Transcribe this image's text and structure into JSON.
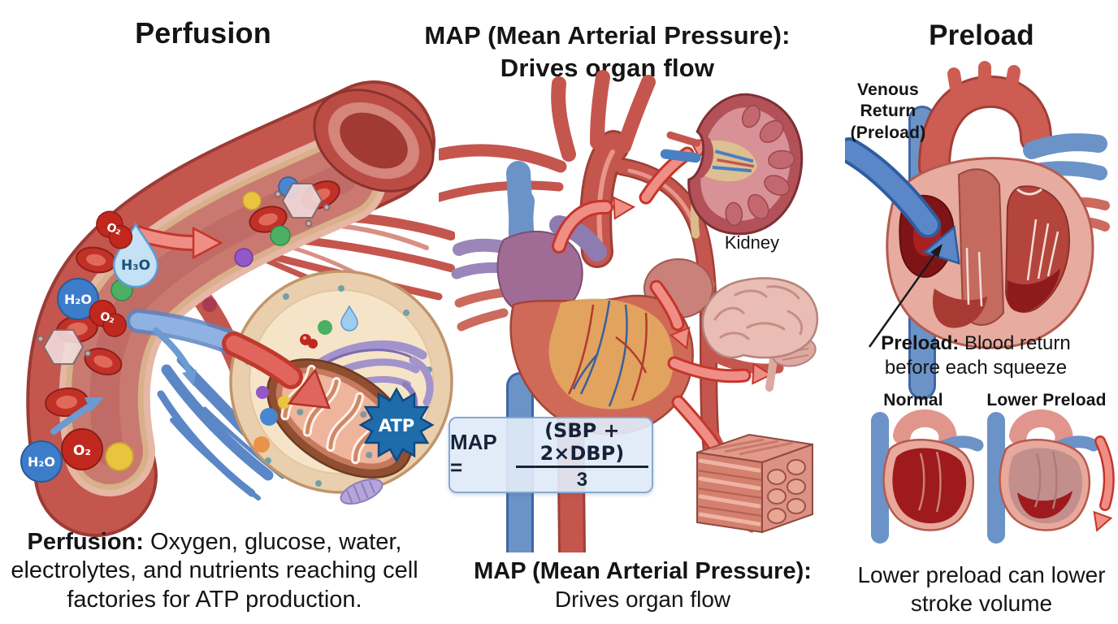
{
  "perfusion": {
    "title": "Perfusion",
    "molecules": {
      "h3o_droplet": "H₃O",
      "h2o_vessel": "H₂O",
      "o2_vessel_upper": "O₂",
      "o2_vessel_lower": "O₂",
      "h2o_outside": "H₂O",
      "o2_outside": "O₂",
      "atp_burst": "ATP"
    },
    "caption": {
      "bold": "Perfusion:",
      "rest": " Oxygen, glucose, water, electrolytes, and nutrients reaching cell factories for ATP production."
    }
  },
  "map": {
    "title_line1": "MAP (Mean Arterial Pressure):",
    "title_line2": "Drives organ flow",
    "formula": {
      "lhs": "MAP =",
      "numerator": "(SBP + 2×DBP)",
      "denominator": "3"
    },
    "organ_labels": {
      "kidney": "Kidney"
    },
    "caption_line1": "MAP (Mean Arterial Pressure):",
    "caption_line2": "Drives organ flow"
  },
  "preload": {
    "title": "Preload",
    "venous_return_label": "Venous Return (Preload)",
    "annotation": {
      "bold": "Preload:",
      "rest": " Blood return before each squeeze"
    },
    "comparison": {
      "normal": "Normal",
      "lower": "Lower Preload"
    },
    "caption": "Lower preload can lower stroke volume"
  },
  "palette": {
    "artery_red": "#c4564e",
    "vein_blue": "#5c87c6",
    "atp_blue": "#1f6cab",
    "formula_box_bg": "#dfe9f6",
    "formula_box_border": "#87a9d2",
    "text": "#141414"
  }
}
